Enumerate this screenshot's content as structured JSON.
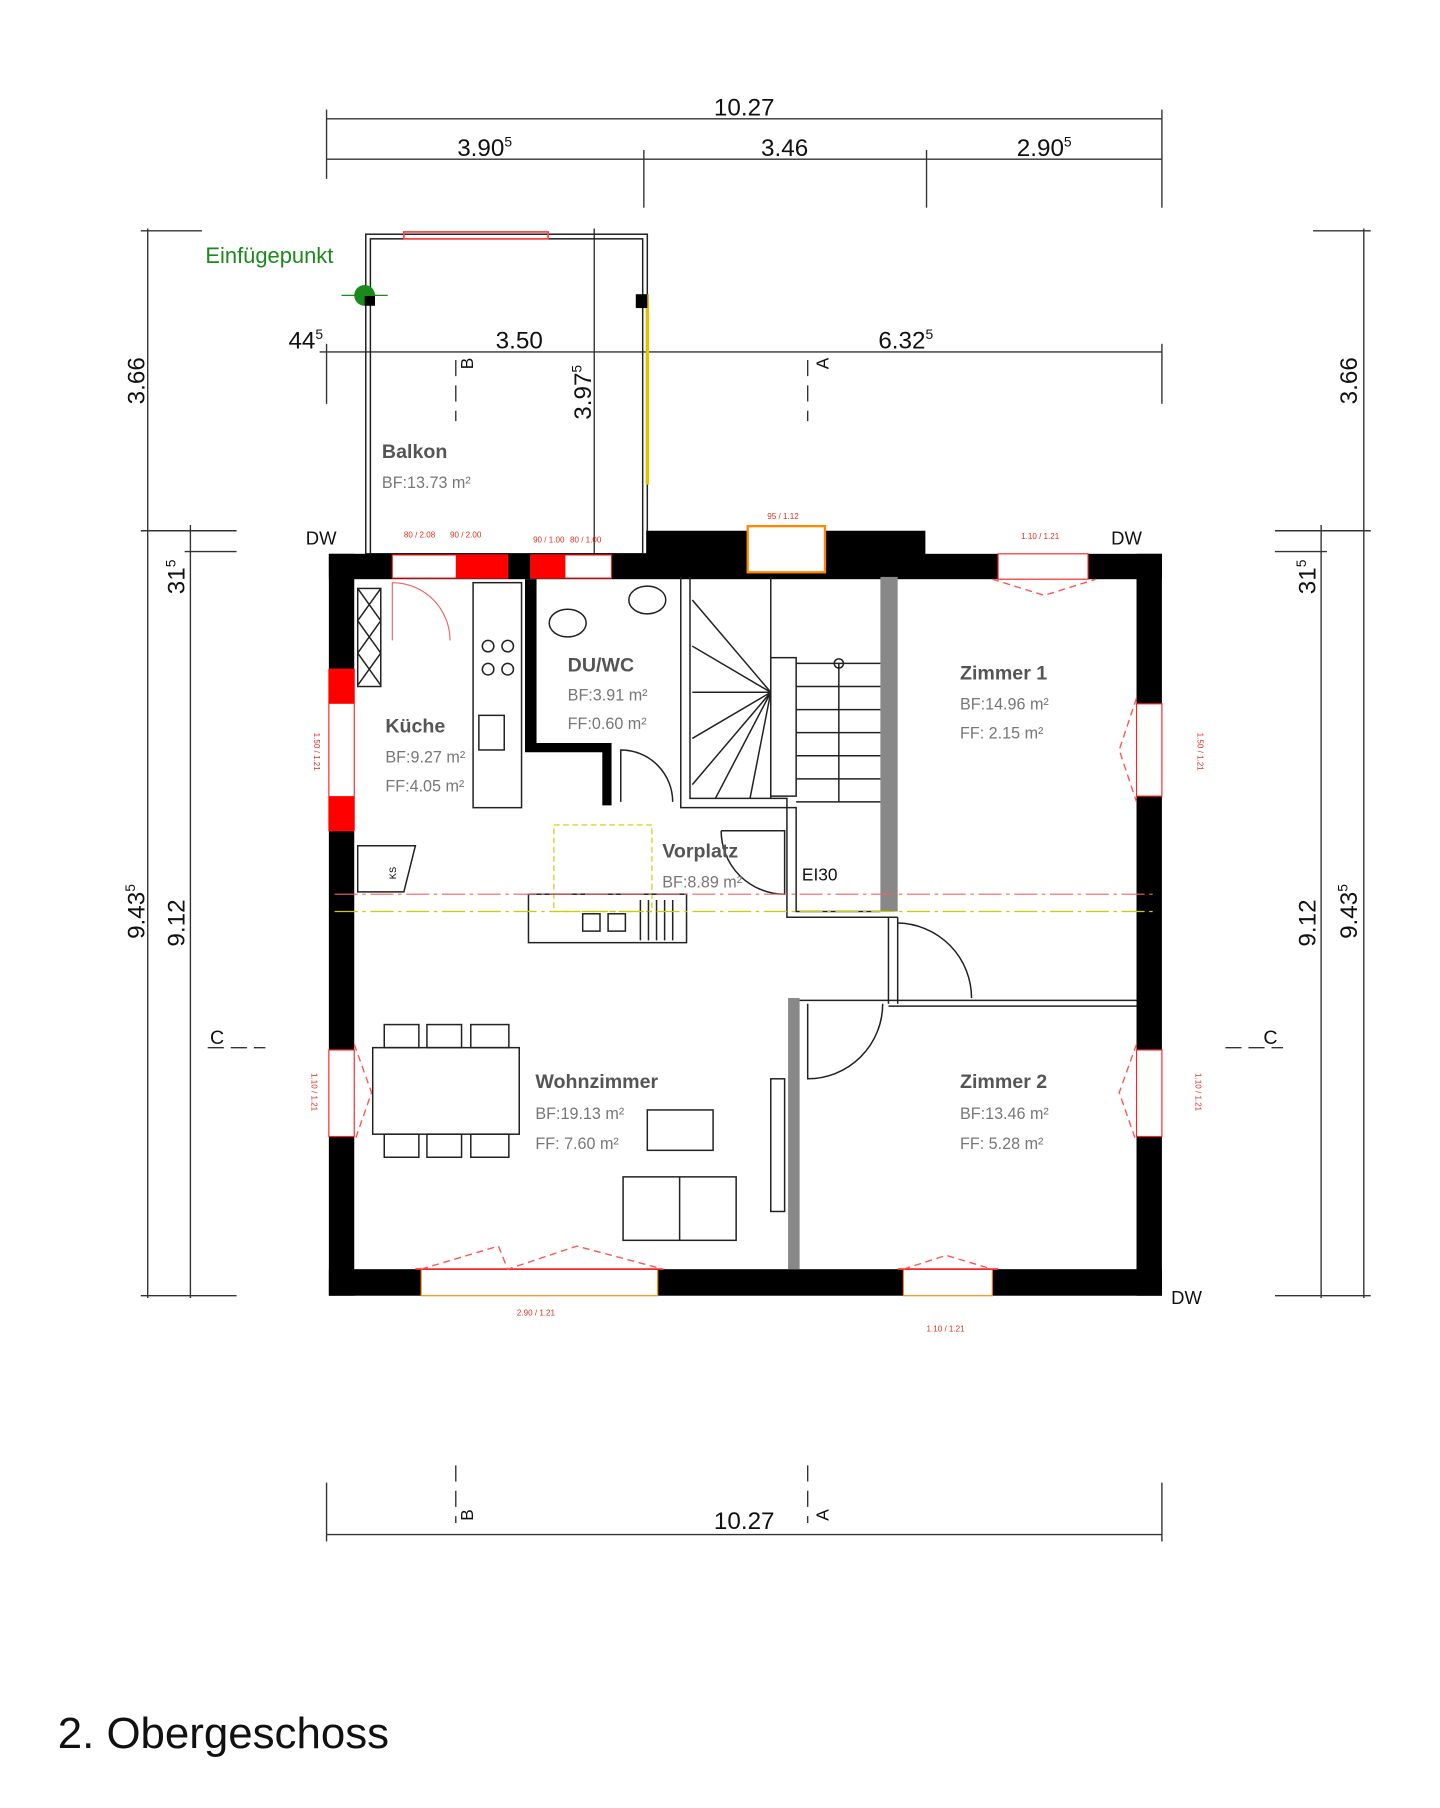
{
  "title": "2. Obergeschoss",
  "insertion_point": "Einfügepunkt",
  "dimensions": {
    "overall_top": "10.27",
    "overall_bottom": "10.27",
    "top_segments": [
      {
        "v": "3.90",
        "s": "5"
      },
      {
        "v": "3.46",
        "s": ""
      },
      {
        "v": "2.90",
        "s": "5"
      }
    ],
    "balcony_row": [
      {
        "v": "44",
        "s": "5"
      },
      {
        "v": "3.50",
        "s": ""
      },
      {
        "v": "6.32",
        "s": "5"
      }
    ],
    "balcony_depth": {
      "v": "3.97",
      "s": "5"
    },
    "left": [
      {
        "v": "3.66",
        "s": ""
      },
      {
        "v": "31",
        "s": "5"
      },
      {
        "v": "9.12",
        "s": ""
      },
      {
        "v": "9.43",
        "s": "5"
      }
    ],
    "right": [
      {
        "v": "3.66",
        "s": ""
      },
      {
        "v": "31",
        "s": "5"
      },
      {
        "v": "9.12",
        "s": ""
      },
      {
        "v": "9.43",
        "s": "5"
      }
    ]
  },
  "section_marks": {
    "a": "A",
    "b": "B",
    "c": "C"
  },
  "labels": {
    "dw": "DW",
    "ei30": "EI30",
    "ks": "KS"
  },
  "rooms": [
    {
      "name": "Balkon",
      "bf": "BF:13.73 m²",
      "ff": ""
    },
    {
      "name": "Küche",
      "bf": "BF:9.27 m²",
      "ff": "FF:4.05 m²"
    },
    {
      "name": "DU/WC",
      "bf": "BF:3.91 m²",
      "ff": "FF:0.60 m²"
    },
    {
      "name": "Vorplatz",
      "bf": "BF:8.89 m²",
      "ff": ""
    },
    {
      "name": "Zimmer 1",
      "bf": "BF:14.96 m²",
      "ff": "FF:  2.15 m²"
    },
    {
      "name": "Wohnzimmer",
      "bf": "BF:19.13 m²",
      "ff": "FF:  7.60 m²"
    },
    {
      "name": "Zimmer 2",
      "bf": "BF:13.46 m²",
      "ff": "FF:  5.28 m²"
    }
  ],
  "windows": [
    "80 / 2.08",
    "90 / 2.00",
    "90 / 1.00",
    "80 / 1.00",
    "95 / 1.12",
    "1.10 / 1.21",
    "1.50 / 1.21",
    "1.50 / 1.21",
    "1.10 / 1.21",
    "1.10 / 1.21",
    "2.90 / 1.21",
    "1.10 / 1.21"
  ],
  "colors": {
    "wall": "#000000",
    "window": "#ff2020",
    "insertion_point": "#1a8a1a"
  }
}
